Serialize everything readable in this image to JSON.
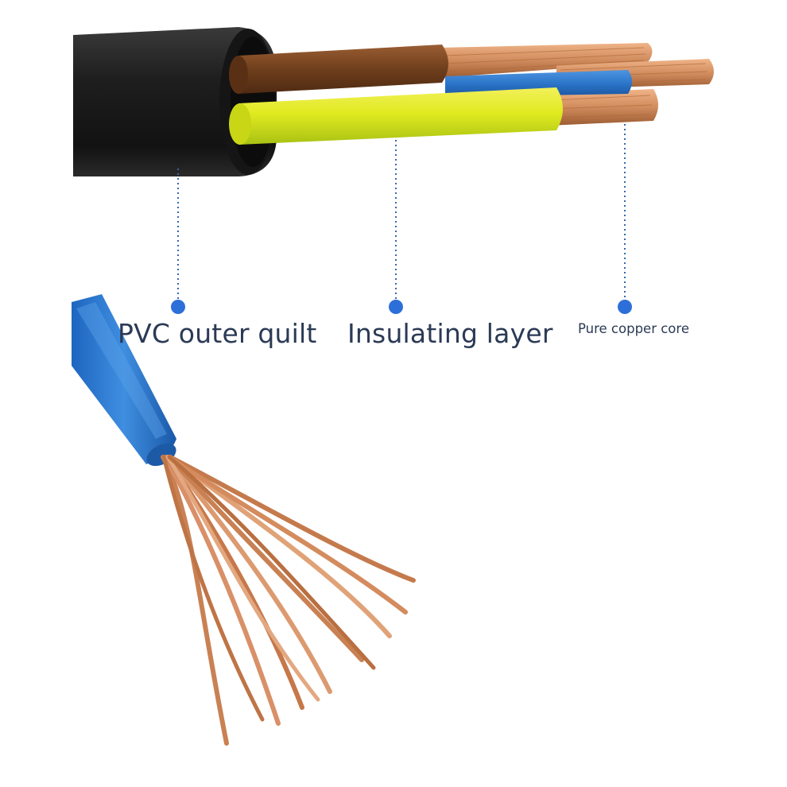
{
  "labels": {
    "pvc": "PVC outer quilt",
    "insulating": "Insulating layer",
    "copper": "Pure copper core"
  },
  "colors": {
    "background": "#ffffff",
    "label_text": "#2b3a55",
    "marker_dot": "#2d6fd9",
    "leader_line": "#3a66b0",
    "cable_jacket": "#1c1c1c",
    "brown_insulation": "#7a4520",
    "yellow_green_insulation": "#d8e218",
    "blue_insulation": "#2c75c9",
    "copper": "#d08b5c"
  }
}
